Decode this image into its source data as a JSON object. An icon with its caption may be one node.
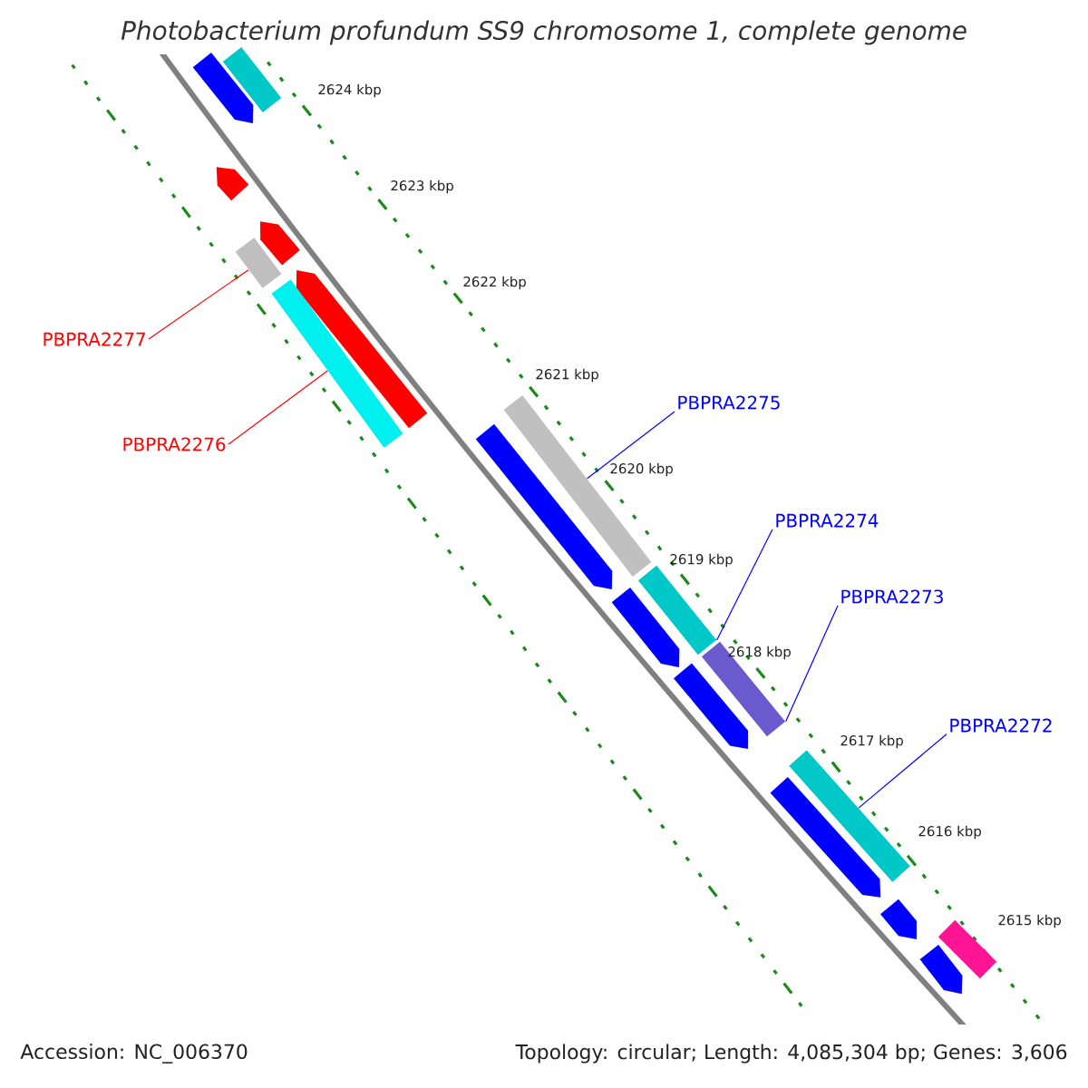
{
  "diagram": {
    "title": "Photobacterium profundum SS9 chromosome 1, complete genome",
    "nodes": [
      {
        "text": [
          "PBPRA2277"
        ]
      },
      {
        "text": [
          "PBPRA2276"
        ]
      },
      {
        "text": [
          "PBPRA2275"
        ]
      },
      {
        "text": [
          "PBPRA2274"
        ]
      },
      {
        "text": [
          "PBPRA2273"
        ]
      },
      {
        "text": [
          "PBPRA2272"
        ]
      },
      {
        "text": [],
        "shape": "arrow"
      },
      {
        "text": [],
        "shape": "bar"
      },
      {
        "text": [],
        "shape": "arrow"
      },
      {
        "text": [],
        "shape": "arrow"
      },
      {
        "text": [],
        "shape": "bar"
      },
      {
        "text": [],
        "shape": "arrow"
      },
      {
        "text": [],
        "shape": "bar"
      },
      {
        "text": [],
        "shape": "bar"
      },
      {
        "text": [],
        "shape": "arrow"
      },
      {
        "text": [],
        "shape": "bar"
      },
      {
        "text": [],
        "shape": "arrow"
      },
      {
        "text": [],
        "shape": "bar"
      },
      {
        "text": [],
        "shape": "arrow"
      },
      {
        "text": [],
        "shape": "bar"
      },
      {
        "text": [],
        "shape": "arrow"
      },
      {
        "text": [],
        "shape": "arrow"
      },
      {
        "text": [],
        "shape": "bar"
      },
      {
        "text": [],
        "shape": "arrow"
      }
    ],
    "edges": [
      {
        "from": 0,
        "to": 10,
        "arrow": "none",
        "color": "#ff0000"
      },
      {
        "from": 1,
        "to": 12,
        "arrow": "none",
        "color": "#ff0000"
      },
      {
        "from": 2,
        "to": 13,
        "arrow": "none"
      },
      {
        "from": 3,
        "to": 15,
        "arrow": "none"
      },
      {
        "from": 4,
        "to": 17,
        "arrow": "none"
      },
      {
        "from": 5,
        "to": 19,
        "arrow": "none"
      }
    ],
    "labels": [
      "2624 kbp",
      "2623 kbp",
      "2622 kbp",
      "2621 kbp",
      "2620 kbp",
      "2619 kbp",
      "2618 kbp",
      "2617 kbp",
      "2616 kbp",
      "2615 kbp",
      "Accession: NC_006370",
      "Topology: circular; Length: 4,085,304 bp; Genes: 3,606"
    ]
  }
}
